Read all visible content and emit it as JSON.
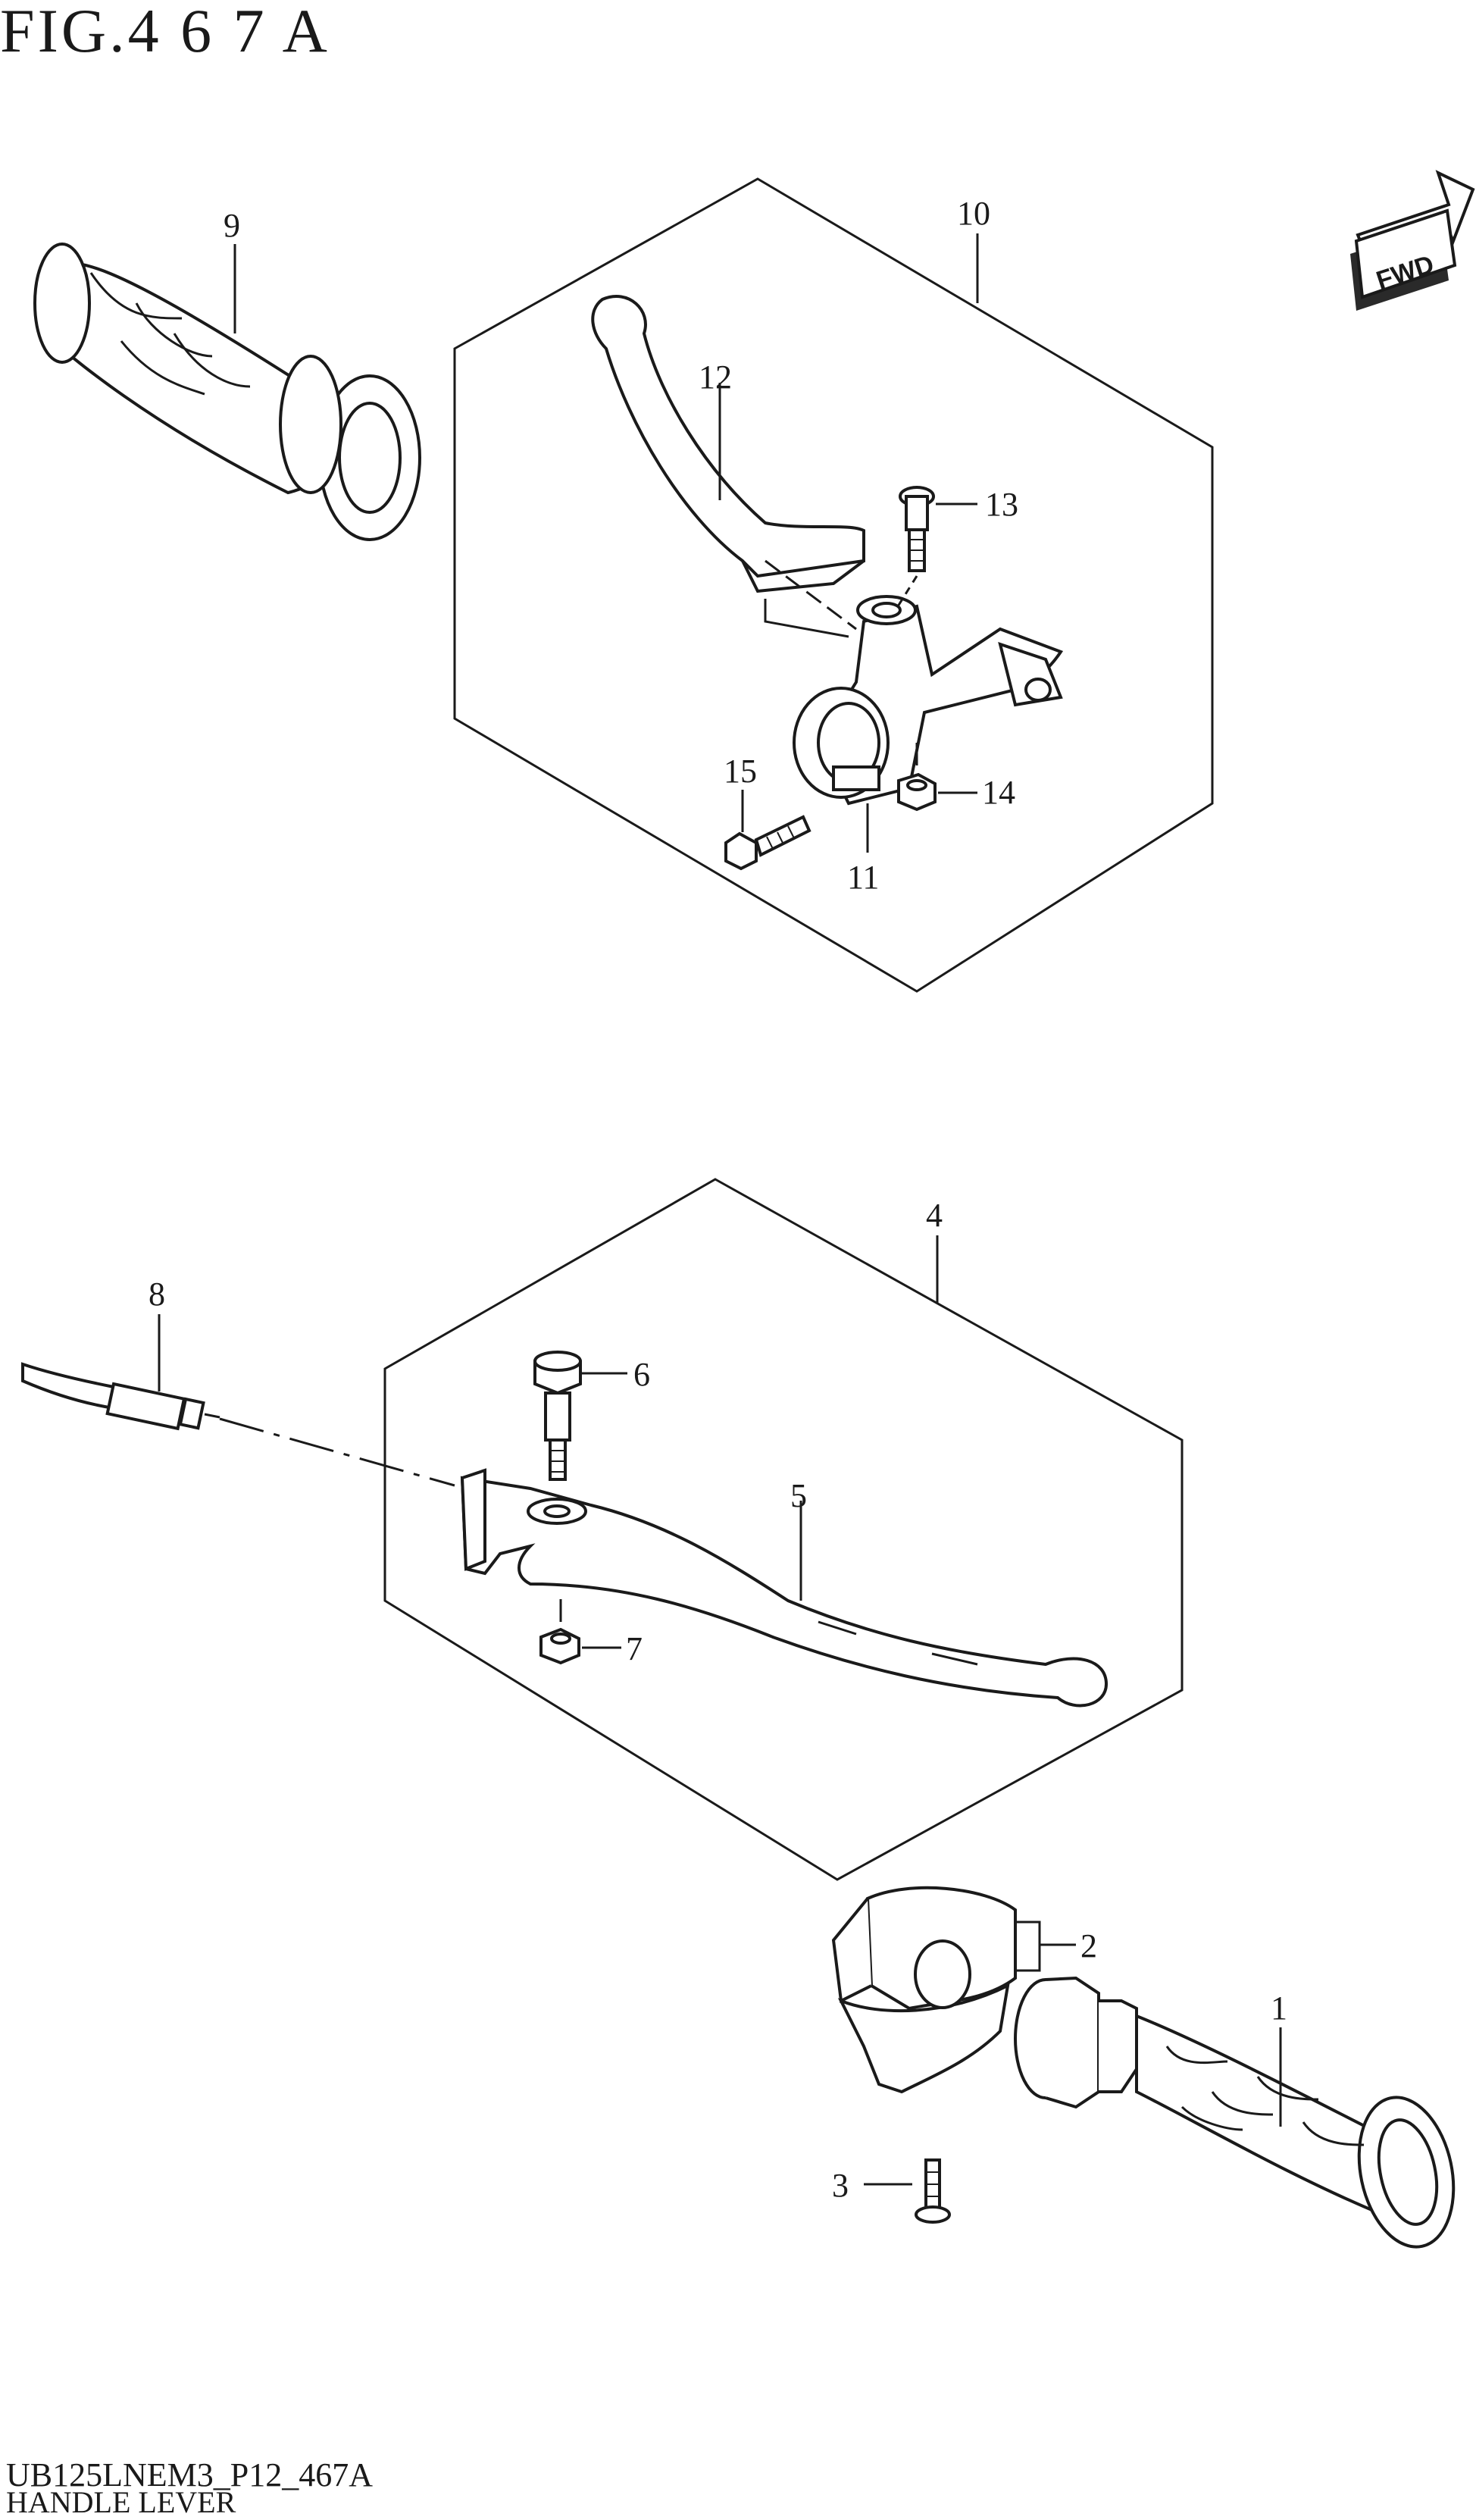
{
  "figure": {
    "title": "FIG.4 6 7 A"
  },
  "footer": {
    "code": "UB125LNEM3_P12_467A",
    "name": "HANDLE LEVER"
  },
  "fwd_badge": {
    "label": "FWD"
  },
  "callouts": {
    "c1": "1",
    "c2": "2",
    "c3": "3",
    "c4": "4",
    "c5": "5",
    "c6": "6",
    "c7": "7",
    "c8": "8",
    "c9": "9",
    "c10": "10",
    "c11": "11",
    "c12": "12",
    "c13": "13",
    "c14": "14",
    "c15": "15"
  },
  "colors": {
    "line": "#1a1a1a",
    "background": "#ffffff"
  }
}
